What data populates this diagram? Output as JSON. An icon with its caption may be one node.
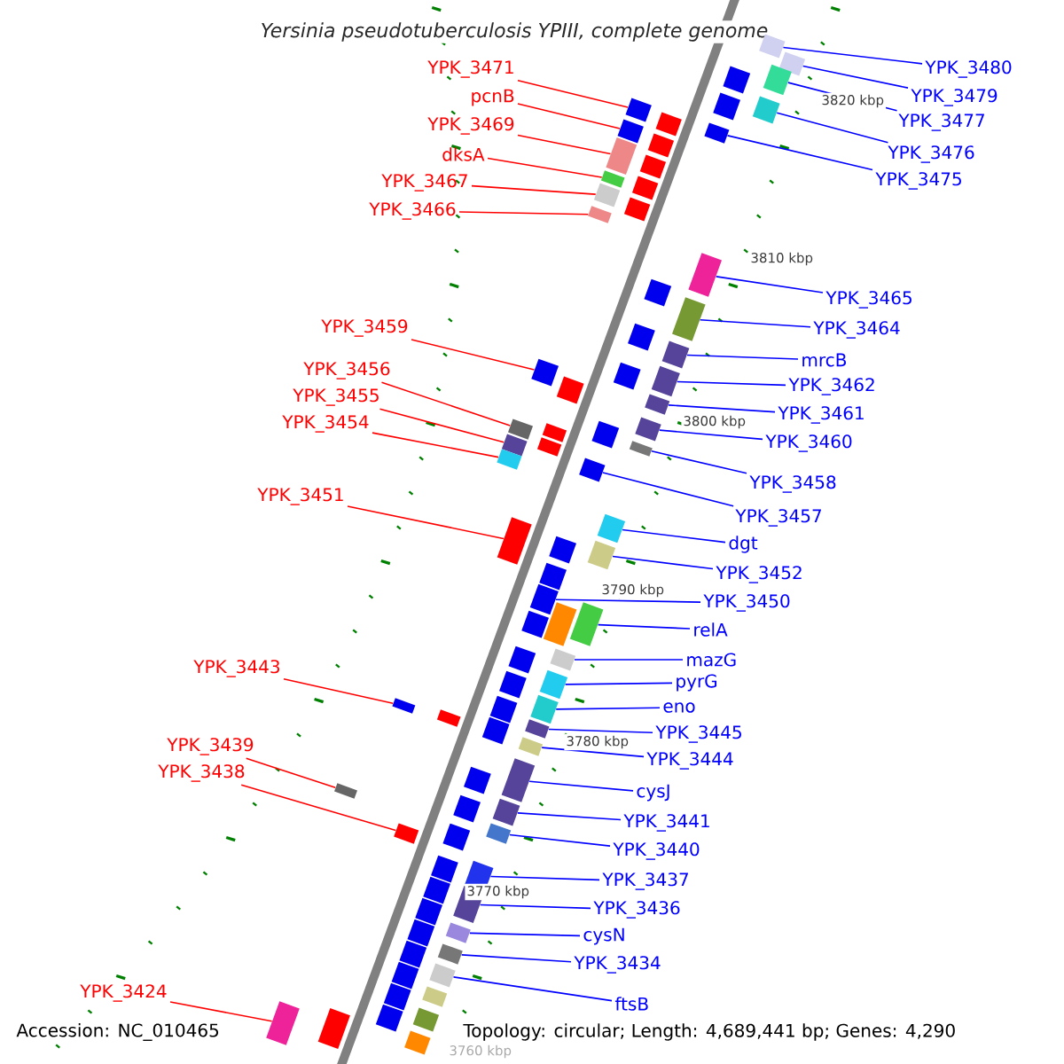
{
  "diagram": {
    "title": "Yersinia pseudotuberculosis YPIII, complete genome",
    "nodes": [
      {
        "text": [
          "YPK_3471"
        ]
      },
      {
        "text": [
          "pcnB"
        ]
      },
      {
        "text": [
          "YPK_3469"
        ]
      },
      {
        "text": [
          "dksA"
        ]
      },
      {
        "text": [
          "YPK_3467"
        ]
      },
      {
        "text": [
          "YPK_3466"
        ]
      },
      {
        "text": [
          "YPK_3459"
        ]
      },
      {
        "text": [
          "YPK_3456"
        ]
      },
      {
        "text": [
          "YPK_3455"
        ]
      },
      {
        "text": [
          "YPK_3454"
        ]
      },
      {
        "text": [
          "YPK_3451"
        ]
      },
      {
        "text": [
          "YPK_3443"
        ]
      },
      {
        "text": [
          "YPK_3439"
        ]
      },
      {
        "text": [
          "YPK_3438"
        ]
      },
      {
        "text": [
          "YPK_3424"
        ]
      },
      {
        "text": [
          "YPK_3480"
        ]
      },
      {
        "text": [
          "YPK_3479"
        ]
      },
      {
        "text": [
          "YPK_3477"
        ]
      },
      {
        "text": [
          "YPK_3476"
        ]
      },
      {
        "text": [
          "YPK_3475"
        ]
      },
      {
        "text": [
          "YPK_3465"
        ]
      },
      {
        "text": [
          "YPK_3464"
        ]
      },
      {
        "text": [
          "mrcB"
        ]
      },
      {
        "text": [
          "YPK_3462"
        ]
      },
      {
        "text": [
          "YPK_3461"
        ]
      },
      {
        "text": [
          "YPK_3460"
        ]
      },
      {
        "text": [
          "YPK_3458"
        ]
      },
      {
        "text": [
          "YPK_3457"
        ]
      },
      {
        "text": [
          "dgt"
        ]
      },
      {
        "text": [
          "YPK_3452"
        ]
      },
      {
        "text": [
          "YPK_3450"
        ]
      },
      {
        "text": [
          "relA"
        ]
      },
      {
        "text": [
          "mazG"
        ]
      },
      {
        "text": [
          "pyrG"
        ]
      },
      {
        "text": [
          "eno"
        ]
      },
      {
        "text": [
          "YPK_3445"
        ]
      },
      {
        "text": [
          "YPK_3444"
        ]
      },
      {
        "text": [
          "cysJ"
        ]
      },
      {
        "text": [
          "YPK_3441"
        ]
      },
      {
        "text": [
          "YPK_3440"
        ]
      },
      {
        "text": [
          "YPK_3437"
        ]
      },
      {
        "text": [
          "YPK_3436"
        ]
      },
      {
        "text": [
          "cysN"
        ]
      },
      {
        "text": [
          "YPK_3434"
        ]
      },
      {
        "text": [
          "ftsB"
        ]
      },
      {
        "text": [],
        "shape": "box"
      },
      {
        "text": [],
        "shape": "box"
      },
      {
        "text": [],
        "shape": "box"
      },
      {
        "text": [],
        "shape": "box"
      },
      {
        "text": [],
        "shape": "box"
      },
      {
        "text": [],
        "shape": "box"
      },
      {
        "text": [],
        "shape": "box"
      },
      {
        "text": [],
        "shape": "box"
      },
      {
        "text": [],
        "shape": "box"
      },
      {
        "text": [],
        "shape": "box"
      },
      {
        "text": [],
        "shape": "box"
      },
      {
        "text": [],
        "shape": "box"
      },
      {
        "text": [],
        "shape": "box"
      },
      {
        "text": [],
        "shape": "box"
      },
      {
        "text": [],
        "shape": "box"
      },
      {
        "text": [],
        "shape": "box"
      },
      {
        "text": [],
        "shape": "box"
      },
      {
        "text": [],
        "shape": "box"
      },
      {
        "text": [],
        "shape": "box"
      },
      {
        "text": [],
        "shape": "box"
      },
      {
        "text": [],
        "shape": "box"
      },
      {
        "text": [],
        "shape": "box"
      },
      {
        "text": [],
        "shape": "box"
      },
      {
        "text": [],
        "shape": "box"
      },
      {
        "text": [],
        "shape": "box"
      },
      {
        "text": [],
        "shape": "box"
      },
      {
        "text": [],
        "shape": "box"
      },
      {
        "text": [],
        "shape": "box"
      },
      {
        "text": [],
        "shape": "box"
      },
      {
        "text": [],
        "shape": "box"
      },
      {
        "text": [],
        "shape": "box"
      },
      {
        "text": [],
        "shape": "box"
      },
      {
        "text": [],
        "shape": "box"
      },
      {
        "text": [],
        "shape": "box"
      },
      {
        "text": [],
        "shape": "box"
      },
      {
        "text": [],
        "shape": "box"
      },
      {
        "text": [],
        "shape": "box"
      },
      {
        "text": [],
        "shape": "box"
      },
      {
        "text": [],
        "shape": "box"
      },
      {
        "text": [],
        "shape": "box"
      },
      {
        "text": [],
        "shape": "box"
      },
      {
        "text": [],
        "shape": "box"
      },
      {
        "text": [],
        "shape": "box"
      },
      {
        "text": [],
        "shape": "box"
      },
      {
        "text": [],
        "shape": "box"
      },
      {
        "text": [],
        "shape": "box"
      },
      {
        "text": [],
        "shape": "box"
      },
      {
        "text": [],
        "shape": "box"
      },
      {
        "text": [],
        "shape": "box"
      },
      {
        "text": [],
        "shape": "box"
      },
      {
        "text": [],
        "shape": "box"
      },
      {
        "text": [],
        "shape": "box"
      },
      {
        "text": [],
        "shape": "box"
      },
      {
        "text": [],
        "shape": "box"
      },
      {
        "text": [],
        "shape": "box"
      },
      {
        "text": [],
        "shape": "box"
      },
      {
        "text": [],
        "shape": "box"
      },
      {
        "text": [],
        "shape": "box"
      },
      {
        "text": [],
        "shape": "box"
      },
      {
        "text": [],
        "shape": "box"
      },
      {
        "text": [],
        "shape": "box"
      },
      {
        "text": [],
        "shape": "box"
      },
      {
        "text": [],
        "shape": "box"
      },
      {
        "text": [],
        "shape": "box"
      },
      {
        "text": [],
        "shape": "box"
      },
      {
        "text": [],
        "shape": "box"
      },
      {
        "text": [],
        "shape": "box"
      },
      {
        "text": [],
        "shape": "box"
      },
      {
        "text": [],
        "shape": "box"
      },
      {
        "text": [],
        "shape": "box"
      },
      {
        "text": [],
        "shape": "box"
      },
      {
        "text": [],
        "shape": "box"
      },
      {
        "text": [],
        "shape": "box"
      },
      {
        "text": [],
        "shape": "box"
      },
      {
        "text": [],
        "shape": "box"
      },
      {
        "text": [],
        "shape": "box"
      },
      {
        "text": [],
        "shape": "box"
      },
      {
        "text": [],
        "shape": "box"
      },
      {
        "text": [],
        "shape": "box"
      },
      {
        "text": [],
        "shape": "box"
      },
      {
        "text": [],
        "shape": "box"
      },
      {
        "text": [],
        "shape": "box"
      },
      {
        "text": [],
        "shape": "box"
      }
    ],
    "edges": [
      {
        "from": 0,
        "to": 45,
        "arrow": "none",
        "color": "#ff0000"
      },
      {
        "from": 1,
        "to": 46,
        "arrow": "none",
        "color": "#ff0000"
      },
      {
        "from": 2,
        "to": 47,
        "arrow": "none",
        "color": "#ff0000"
      },
      {
        "from": 3,
        "to": 48,
        "arrow": "none",
        "color": "#ff0000"
      },
      {
        "from": 4,
        "to": 49,
        "arrow": "none",
        "color": "#ff0000"
      },
      {
        "from": 5,
        "to": 50,
        "arrow": "none",
        "color": "#ff0000"
      },
      {
        "from": 6,
        "to": 51,
        "arrow": "none",
        "color": "#ff0000"
      },
      {
        "from": 7,
        "to": 52,
        "arrow": "none",
        "color": "#ff0000"
      },
      {
        "from": 8,
        "to": 53,
        "arrow": "none",
        "color": "#ff0000"
      },
      {
        "from": 9,
        "to": 54,
        "arrow": "none",
        "color": "#ff0000"
      },
      {
        "from": 10,
        "to": 55,
        "arrow": "none",
        "color": "#ff0000"
      },
      {
        "from": 11,
        "to": 56,
        "arrow": "none",
        "color": "#ff0000"
      },
      {
        "from": 12,
        "to": 57,
        "arrow": "none",
        "color": "#ff0000"
      },
      {
        "from": 13,
        "to": 58,
        "arrow": "none",
        "color": "#ff0000"
      },
      {
        "from": 14,
        "to": 59,
        "arrow": "none",
        "color": "#ff0000"
      },
      {
        "from": 15,
        "to": 60,
        "arrow": "none"
      },
      {
        "from": 16,
        "to": 61,
        "arrow": "none"
      },
      {
        "from": 17,
        "to": 62,
        "arrow": "none"
      },
      {
        "from": 18,
        "to": 63,
        "arrow": "none"
      },
      {
        "from": 19,
        "to": 64,
        "arrow": "none"
      },
      {
        "from": 20,
        "to": 65,
        "arrow": "none"
      },
      {
        "from": 21,
        "to": 66,
        "arrow": "none"
      },
      {
        "from": 22,
        "to": 67,
        "arrow": "none"
      },
      {
        "from": 23,
        "to": 68,
        "arrow": "none"
      },
      {
        "from": 24,
        "to": 69,
        "arrow": "none"
      },
      {
        "from": 25,
        "to": 70,
        "arrow": "none"
      },
      {
        "from": 26,
        "to": 71,
        "arrow": "none"
      },
      {
        "from": 27,
        "to": 72,
        "arrow": "none"
      },
      {
        "from": 28,
        "to": 73,
        "arrow": "none"
      },
      {
        "from": 29,
        "to": 74,
        "arrow": "none"
      },
      {
        "from": 30,
        "to": 75,
        "arrow": "none"
      },
      {
        "from": 31,
        "to": 76,
        "arrow": "none"
      },
      {
        "from": 32,
        "to": 77,
        "arrow": "none"
      },
      {
        "from": 33,
        "to": 78,
        "arrow": "none"
      },
      {
        "from": 34,
        "to": 79,
        "arrow": "none"
      },
      {
        "from": 35,
        "to": 80,
        "arrow": "none"
      },
      {
        "from": 36,
        "to": 81,
        "arrow": "none"
      },
      {
        "from": 37,
        "to": 82,
        "arrow": "none"
      },
      {
        "from": 38,
        "to": 83,
        "arrow": "none"
      },
      {
        "from": 39,
        "to": 84,
        "arrow": "none"
      },
      {
        "from": 40,
        "to": 85,
        "arrow": "none"
      },
      {
        "from": 41,
        "to": 86,
        "arrow": "none"
      },
      {
        "from": 42,
        "to": 87,
        "arrow": "none"
      },
      {
        "from": 43,
        "to": 88,
        "arrow": "none"
      },
      {
        "from": 44,
        "to": 89,
        "arrow": "none"
      }
    ],
    "labels": [
      "3820 kbp",
      "3810 kbp",
      "3800 kbp",
      "3790 kbp",
      "3780 kbp",
      "3770 kbp",
      "3760 kbp",
      "Accession: NC_010465",
      "Topology: circular; Length: 4,689,441 bp; Genes: 4,290"
    ]
  }
}
